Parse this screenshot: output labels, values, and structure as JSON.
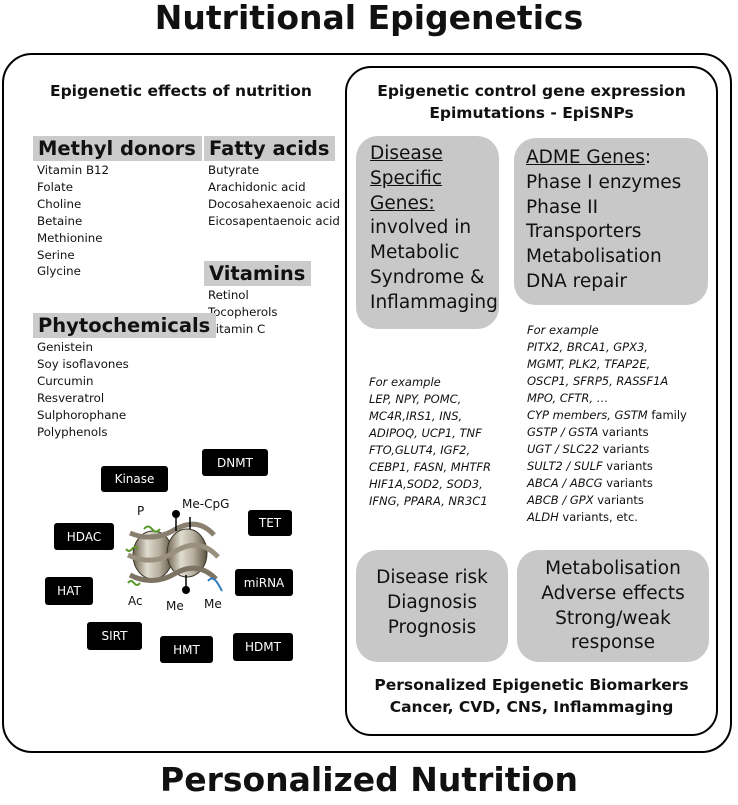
{
  "title": "Nutritional Epigenetics",
  "footer_title": "Personalized Nutrition",
  "left_panel": {
    "heading": "Epigenetic effects of nutrition",
    "methyl_donors": {
      "title": "Methyl donors",
      "items": [
        "Vitamin B12",
        "Folate",
        "Choline",
        "Betaine",
        "Methionine",
        "Serine",
        "Glycine"
      ]
    },
    "fatty_acids": {
      "title": "Fatty acids",
      "items": [
        "Butyrate",
        "Arachidonic acid",
        "Docosahexaenoic acid",
        "Eicosapentaenoic acid"
      ]
    },
    "vitamins": {
      "title": "Vitamins",
      "items": [
        "Retinol",
        "Tocopherols",
        "Vitamin C"
      ]
    },
    "phytochemicals": {
      "title": "Phytochemicals",
      "items": [
        "Genistein",
        "Soy isoflavones",
        "Curcumin",
        "Resveratrol",
        "Sulphorophane",
        "Polyphenols"
      ]
    },
    "enzymes": {
      "kinase": "Kinase",
      "dnmt": "DNMT",
      "tet": "TET",
      "hdac": "HDAC",
      "hat": "HAT",
      "mirna": "miRNA",
      "sirt": "SIRT",
      "hmt": "HMT",
      "hdmt": "HDMT"
    },
    "marks": {
      "p": "P",
      "me_cpg": "Me-CpG",
      "ac": "Ac",
      "me1": "Me",
      "me2": "Me"
    }
  },
  "right_panel": {
    "heading_line1": "Epigenetic control gene expression",
    "heading_line2": "Epimutations - EpiSNPs",
    "disease_box": {
      "u1": "Disease",
      "u2": "Specific",
      "u3": "Genes:",
      "l4": "involved in",
      "l5": "Metabolic",
      "l6": "Syndrome &",
      "l7": "Inflammaging"
    },
    "adme_box": {
      "u1": "ADME Genes",
      "colon": ":",
      "l2": "Phase I enzymes",
      "l3": "Phase II",
      "l4": "Transporters",
      "l5": "Metabolisation",
      "l6": "DNA repair"
    },
    "disease_examples": [
      "For example",
      "LEP, NPY, POMC,",
      "MC4R,IRS1, INS,",
      "ADIPOQ, UCP1, TNF",
      "FTO,GLUT4, IGF2,",
      "CEBP1, FASN, MHTFR",
      "HIF1A,SOD2, SOD3,",
      "IFNG, PPARA, NR3C1"
    ],
    "adme_examples": {
      "e0": "For example",
      "e1": "PITX2, BRCA1, GPX3,",
      "e2": "MGMT, PLK2, TFAP2E,",
      "e3": "OSCP1, SFRP5, RASSF1A",
      "e4": "MPO, CFTR, …",
      "e5a": "CYP members, GSTM",
      "e5b": " family",
      "e6a": "GSTP / GSTA",
      "e6b": " variants",
      "e7a": "UGT / SLC22",
      "e7b": " variants",
      "e8a": "SULT2 / SULF",
      "e8b": " variants",
      "e9a": "ABCA / ABCG",
      "e9b": " variants",
      "e10a": "ABCB / GPX",
      "e10b": " variants",
      "e11a": "ALDH",
      "e11b": " variants,  etc."
    },
    "risk_box": [
      "Disease risk",
      "Diagnosis",
      "Prognosis"
    ],
    "metab_box": [
      "Metabolisation",
      "Adverse effects",
      "Strong/weak",
      "response"
    ],
    "biomarkers_line1": "Personalized Epigenetic Biomarkers",
    "biomarkers_line2": "Cancer, CVD, CNS, Inflammaging"
  },
  "colors": {
    "box_fill": "#c8c8c8",
    "category_fill": "#cbcbcb",
    "enzyme_fill": "#000000",
    "mark_green": "#5a9a2a",
    "mark_blue": "#2f7fc0"
  }
}
